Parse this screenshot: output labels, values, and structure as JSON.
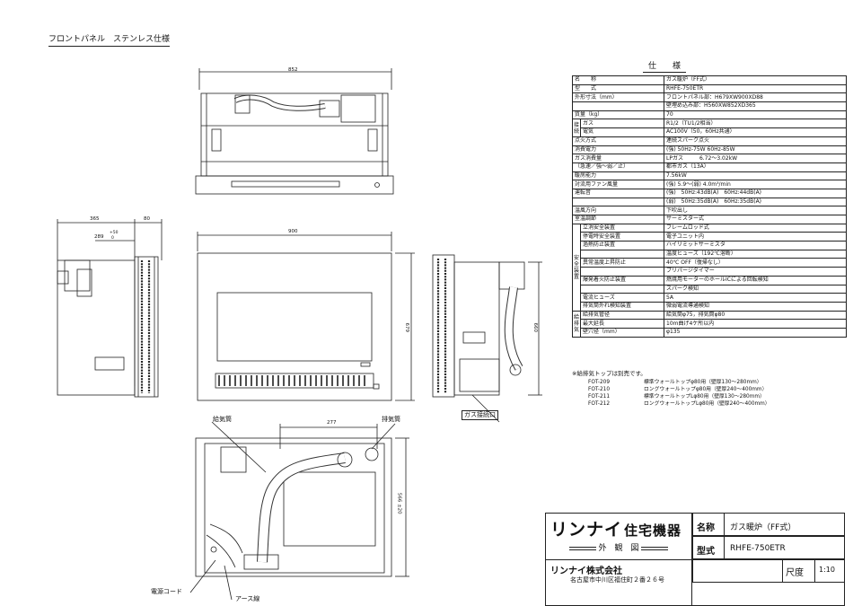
{
  "header": {
    "title": "フロントパネル　ステンレス仕様"
  },
  "dims": {
    "top_width": "852",
    "side_depth": "365",
    "side_panel": "80",
    "side_289": "289",
    "side_tol_plus": "+50",
    "side_tol_zero": "0",
    "front_width": "900",
    "front_height": "679",
    "right_height": "660",
    "bottom_offset": "277",
    "bottom_height": "566 ±20"
  },
  "callouts": {
    "intake_left": "給気筒",
    "exhaust_right": "排気筒",
    "gas_inlet": "ガス接続口",
    "power_cord": "電源コード",
    "ground_wire": "アース線"
  },
  "spec": {
    "heading": "仕　　様",
    "rows": [
      {
        "label": "名　　称",
        "value": "ガス暖炉（FF式）"
      },
      {
        "label": "型　　式",
        "value": "RHFE-750ETR"
      },
      {
        "label": "外形寸法（mm）",
        "value": "フロントパネル部：H679XW900XD88"
      },
      {
        "label": "",
        "value": "壁埋め込み部：H560XW852XD365"
      },
      {
        "label": "質量（kg）",
        "value": "70"
      },
      {
        "group": "接続",
        "label": "ガス",
        "value": "R1/2（TU1/2相当）"
      },
      {
        "label": "電気",
        "value": "AC100V（50，60Hz共通）"
      },
      {
        "label": "点火方式",
        "value": "連続スパーク点火"
      },
      {
        "label": "消費電力",
        "value": "(強) 50Hz-75W 60Hz-85W"
      },
      {
        "label": "ガス消費量",
        "value": "LPガス　　　6.72～3.02kW"
      },
      {
        "label": "（急速／強～弱／止）",
        "value": "都市ガス（13A）"
      },
      {
        "label": "暖房能力",
        "value": "7.56kW"
      },
      {
        "label": "対流用ファン風量",
        "value": "(強) 5.9～(弱) 4.0m³/min"
      },
      {
        "label": "運転音",
        "value": "(強)　50Hz:43dB(A)　60Hz:44dB(A)"
      },
      {
        "label": "",
        "value": "(弱)　50Hz:35dB(A)　60Hz:35dB(A)"
      },
      {
        "label": "温風方向",
        "value": "下吹出し"
      },
      {
        "label": "室温調節",
        "value": "サーミスター式"
      },
      {
        "group": "安全装置",
        "label": "立消安全装置",
        "value": "フレームロッド式"
      },
      {
        "label": "停電時安全装置",
        "value": "電子ユニット内"
      },
      {
        "label": "過熱防止装置",
        "value": "ハイリミットサーミスタ"
      },
      {
        "label": "",
        "value": "温度ヒューズ（192℃溶断）"
      },
      {
        "label": "異常温度上昇防止",
        "value": "40℃ OFF（復帰なし）"
      },
      {
        "label": "",
        "value": "プリパージタイマー"
      },
      {
        "label": "爆発着火防止装置",
        "value": "燃焼用モーターのホールICによる回転検知"
      },
      {
        "label": "",
        "value": "スパーク検知"
      },
      {
        "label": "電流ヒューズ",
        "value": "5A"
      },
      {
        "label": "排気筒外れ検知装置",
        "value": "微弱電流導通検知"
      },
      {
        "group": "給排気",
        "label": "給排気管径",
        "value": "給気筒φ75，排気筒φ80"
      },
      {
        "label": "最大延長",
        "value": "10m曲げ4ケ所以内"
      },
      {
        "label": "壁穴径（mm）",
        "value": "φ135"
      }
    ],
    "note_heading": "※給排気トップは別売です。",
    "notes": [
      {
        "code": "FOT-209",
        "desc": "標準ウォールトップφ80用（壁厚130～280mm）"
      },
      {
        "code": "FOT-210",
        "desc": "ロングウォールトップφ80用（壁厚240～400mm）"
      },
      {
        "code": "FOT-211",
        "desc": "標準ウォールトップLφ80用（壁厚130～280mm）"
      },
      {
        "code": "FOT-212",
        "desc": "ロングウォールトップLφ80用（壁厚240～400mm）"
      }
    ]
  },
  "title_block": {
    "brand": "リンナイ",
    "brand_suffix": "住宅機器",
    "drawing_type": "外　観　図",
    "company": "リンナイ株式会社",
    "address": "名古屋市中川区福住町２番２６号",
    "name_label": "名称",
    "name_value": "ガス暖炉（FF式）",
    "model_label": "型式",
    "model_value": "RHFE-750ETR",
    "scale_label": "尺度",
    "scale_value": "1:10"
  }
}
